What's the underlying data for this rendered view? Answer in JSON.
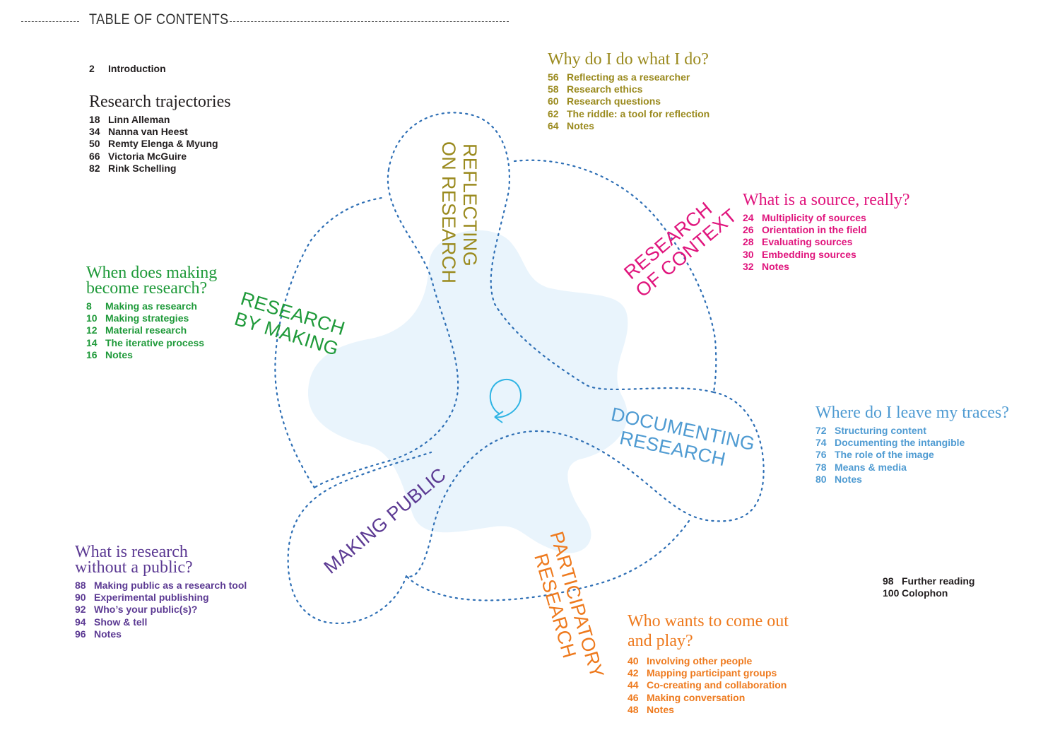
{
  "header": {
    "title": "TABLE OF CONTENTS"
  },
  "colors": {
    "black": "#231f20",
    "olive": "#9a8a1e",
    "magenta": "#e0157d",
    "green": "#1f9a3a",
    "blue": "#4f9bd2",
    "purple": "#5c3a93",
    "orange": "#ee7a1e",
    "dots": "#2e6fb5",
    "blob": "#e9f4fc",
    "cycle": "#2fb4e4"
  },
  "intro": {
    "items": [
      {
        "page": "2",
        "title": "Introduction"
      }
    ]
  },
  "trajectories": {
    "heading": "Research trajectories",
    "items": [
      {
        "page": "18",
        "title": "Linn Alleman"
      },
      {
        "page": "34",
        "title": "Nanna van Heest"
      },
      {
        "page": "50",
        "title": "Remty Elenga & Myung"
      },
      {
        "page": "66",
        "title": "Victoria McGuire"
      },
      {
        "page": "82",
        "title": "Rink Schelling"
      }
    ]
  },
  "reflecting": {
    "heading": "Why do I do what I do?",
    "label_lines": [
      "REFLECTING",
      "ON RESEARCH"
    ],
    "items": [
      {
        "page": "56",
        "title": "Reflecting as a researcher"
      },
      {
        "page": "58",
        "title": "Research ethics"
      },
      {
        "page": "60",
        "title": "Research questions"
      },
      {
        "page": "62",
        "title": "The riddle: a tool for reflection"
      },
      {
        "page": "64",
        "title": "Notes"
      }
    ]
  },
  "context": {
    "heading": "What is a source, really?",
    "label_lines": [
      "RESEARCH",
      "OF CONTEXT"
    ],
    "items": [
      {
        "page": "24",
        "title": "Multiplicity of sources"
      },
      {
        "page": "26",
        "title": "Orientation in the field"
      },
      {
        "page": "28",
        "title": "Evaluating sources"
      },
      {
        "page": "30",
        "title": "Embedding sources"
      },
      {
        "page": "32",
        "title": "Notes"
      }
    ]
  },
  "making": {
    "heading_lines": [
      "When does making",
      "become research?"
    ],
    "label_lines": [
      "RESEARCH",
      "BY MAKING"
    ],
    "items": [
      {
        "page": "8",
        "title": "Making as research"
      },
      {
        "page": "10",
        "title": "Making strategies"
      },
      {
        "page": "12",
        "title": "Material research"
      },
      {
        "page": "14",
        "title": "The iterative process"
      },
      {
        "page": "16",
        "title": "Notes"
      }
    ]
  },
  "documenting": {
    "heading": "Where do I leave my traces?",
    "label_lines": [
      "DOCUMENTING",
      "RESEARCH"
    ],
    "items": [
      {
        "page": "72",
        "title": "Structuring content"
      },
      {
        "page": "74",
        "title": "Documenting the intangible"
      },
      {
        "page": "76",
        "title": "The role of the image"
      },
      {
        "page": "78",
        "title": "Means & media"
      },
      {
        "page": "80",
        "title": "Notes"
      }
    ]
  },
  "public": {
    "heading_lines": [
      "What is research",
      "without a public?"
    ],
    "label_lines": [
      "MAKING PUBLIC"
    ],
    "items": [
      {
        "page": "88",
        "title": "Making public as a research tool"
      },
      {
        "page": "90",
        "title": "Experimental publishing"
      },
      {
        "page": "92",
        "title": "Who’s your public(s)?"
      },
      {
        "page": "94",
        "title": "Show & tell"
      },
      {
        "page": "96",
        "title": "Notes"
      }
    ]
  },
  "participatory": {
    "heading_lines": [
      "Who wants to come out",
      "and play?"
    ],
    "label_lines": [
      "PARTICIPATORY",
      "RESEARCH"
    ],
    "items": [
      {
        "page": "40",
        "title": "Involving other people"
      },
      {
        "page": "42",
        "title": "Mapping participant groups"
      },
      {
        "page": "44",
        "title": "Co-creating and collaboration"
      },
      {
        "page": "46",
        "title": "Making conversation"
      },
      {
        "page": "48",
        "title": "Notes"
      }
    ]
  },
  "extra": {
    "items": [
      {
        "page": "98",
        "title": "Further reading"
      },
      {
        "page": "100",
        "title": "Colophon"
      }
    ]
  }
}
